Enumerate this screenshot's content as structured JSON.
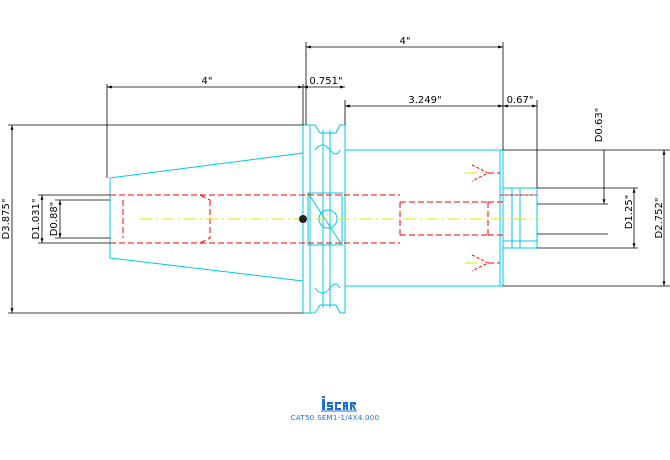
{
  "drawing": {
    "dimensions": {
      "overall_top": "4\"",
      "taper_length": "4\"",
      "flange": "0.751\"",
      "body_length": "3.249\"",
      "nose_length": "0.67\"",
      "d_taper": "D3.875\"",
      "d_bore_in": "D1.031\"",
      "d_bore_small": "D0.88\"",
      "d_clamp": "D0.63\"",
      "d_bore_out": "D1.25\"",
      "d_body": "D2.752\""
    },
    "colors": {
      "outline": "#00c8e6",
      "hidden": "#ff0000",
      "center": "#e6e600",
      "dim": "#000000",
      "brand": "#1a6fd0"
    }
  },
  "footer": {
    "caption": "CAT50 SEM1-1/4X4.000",
    "logo_icon": "iscar-logo-icon"
  }
}
